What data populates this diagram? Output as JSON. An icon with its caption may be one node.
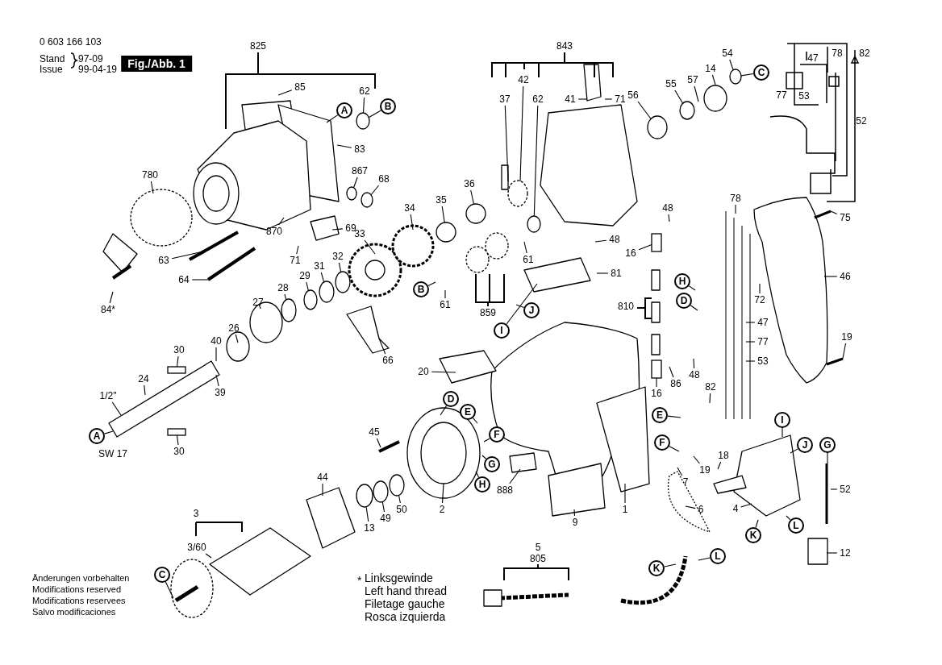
{
  "diagram": {
    "nodes": [
      {
        "text": [
          "85"
        ]
      },
      {
        "text": [
          "62"
        ]
      },
      {
        "text": [
          "A"
        ]
      },
      {
        "text": [
          "B"
        ]
      },
      {
        "text": [
          "83"
        ]
      },
      {
        "text": [
          "867"
        ]
      },
      {
        "text": [
          "68"
        ]
      },
      {
        "text": [
          "780"
        ]
      },
      {
        "text": [
          "870"
        ]
      },
      {
        "text": [
          "69"
        ]
      },
      {
        "text": [
          "71"
        ]
      },
      {
        "text": [
          "63"
        ]
      },
      {
        "text": [
          "64"
        ]
      },
      {
        "text": [
          "84*"
        ]
      },
      {
        "text": [
          "37"
        ]
      },
      {
        "text": [
          "42"
        ]
      },
      {
        "text": [
          "62"
        ]
      },
      {
        "text": [
          "41"
        ]
      },
      {
        "text": [
          "71"
        ]
      },
      {
        "text": [
          "56"
        ]
      },
      {
        "text": [
          "55"
        ]
      },
      {
        "text": [
          "57"
        ]
      },
      {
        "text": [
          "14"
        ]
      },
      {
        "text": [
          "54"
        ]
      },
      {
        "text": [
          "C"
        ]
      },
      {
        "text": [
          "36"
        ]
      },
      {
        "text": [
          "35"
        ]
      },
      {
        "text": [
          "34"
        ]
      },
      {
        "text": [
          "33"
        ]
      },
      {
        "text": [
          "61"
        ]
      },
      {
        "text": [
          "B"
        ]
      },
      {
        "text": [
          "61"
        ]
      },
      {
        "text": [
          "48"
        ]
      },
      {
        "text": [
          "48"
        ]
      },
      {
        "text": [
          "16"
        ]
      },
      {
        "text": [
          "81"
        ]
      },
      {
        "text": [
          "H"
        ]
      },
      {
        "text": [
          "D"
        ]
      },
      {
        "text": [
          "J"
        ]
      },
      {
        "text": [
          "I"
        ]
      },
      {
        "text": [
          "32"
        ]
      },
      {
        "text": [
          "31"
        ]
      },
      {
        "text": [
          "29"
        ]
      },
      {
        "text": [
          "28"
        ]
      },
      {
        "text": [
          "27"
        ]
      },
      {
        "text": [
          "26"
        ]
      },
      {
        "text": [
          "40"
        ]
      },
      {
        "text": [
          "39"
        ]
      },
      {
        "text": [
          "30"
        ]
      },
      {
        "text": [
          "24"
        ]
      },
      {
        "text": [
          "1/2\""
        ]
      },
      {
        "text": [
          "A"
        ]
      },
      {
        "text": [
          "30"
        ]
      },
      {
        "text": [
          "66"
        ]
      },
      {
        "text": [
          "20"
        ]
      },
      {
        "text": [
          "D"
        ]
      },
      {
        "text": [
          "E"
        ]
      },
      {
        "text": [
          "F"
        ]
      },
      {
        "text": [
          "G"
        ]
      },
      {
        "text": [
          "H"
        ]
      },
      {
        "text": [
          "45"
        ]
      },
      {
        "text": [
          "2"
        ]
      },
      {
        "text": [
          "44"
        ]
      },
      {
        "text": [
          "13"
        ]
      },
      {
        "text": [
          "49"
        ]
      },
      {
        "text": [
          "50"
        ]
      },
      {
        "text": [
          "888"
        ]
      },
      {
        "text": [
          "9"
        ]
      },
      {
        "text": [
          "1"
        ]
      },
      {
        "text": [
          "3/60"
        ]
      },
      {
        "text": [
          "C"
        ]
      },
      {
        "text": [
          "75"
        ]
      },
      {
        "text": [
          "46"
        ]
      },
      {
        "text": [
          "72"
        ]
      },
      {
        "text": [
          "47"
        ]
      },
      {
        "text": [
          "77"
        ]
      },
      {
        "text": [
          "53"
        ]
      },
      {
        "text": [
          "19"
        ]
      },
      {
        "text": [
          "86"
        ]
      },
      {
        "text": [
          "48"
        ]
      },
      {
        "text": [
          "16"
        ]
      },
      {
        "text": [
          "82"
        ]
      },
      {
        "text": [
          "E"
        ]
      },
      {
        "text": [
          "F"
        ]
      },
      {
        "text": [
          "I"
        ]
      },
      {
        "text": [
          "J"
        ]
      },
      {
        "text": [
          "G"
        ]
      },
      {
        "text": [
          "18"
        ]
      },
      {
        "text": [
          "19"
        ]
      },
      {
        "text": [
          "7"
        ]
      },
      {
        "text": [
          "52"
        ]
      },
      {
        "text": [
          "4"
        ]
      },
      {
        "text": [
          "6"
        ]
      },
      {
        "text": [
          "K"
        ]
      },
      {
        "text": [
          "L"
        ]
      },
      {
        "text": [
          "12"
        ]
      },
      {
        "text": [
          "K"
        ]
      },
      {
        "text": [
          "L"
        ]
      },
      {
        "text": [
          "78"
        ]
      },
      {
        "text": [],
        "shape": "circle"
      },
      {
        "text": [],
        "shape": "circle"
      },
      {
        "text": [],
        "shape": "circle"
      },
      {
        "text": [],
        "shape": "circle"
      },
      {
        "text": [],
        "shape": "circle"
      },
      {
        "text": [],
        "shape": "circle"
      },
      {
        "text": [],
        "shape": "circle"
      },
      {
        "text": [],
        "shape": "circle"
      },
      {
        "text": [],
        "shape": "circle"
      },
      {
        "text": [],
        "shape": "box"
      },
      {
        "text": [],
        "shape": "circle"
      },
      {
        "text": [],
        "shape": "circle"
      },
      {
        "text": [],
        "shape": "circle"
      },
      {
        "text": [],
        "shape": "circle"
      },
      {
        "text": [],
        "shape": "circle"
      },
      {
        "text": [],
        "shape": "circle"
      },
      {
        "text": [],
        "shape": "circle"
      },
      {
        "text": [],
        "shape": "circle"
      },
      {
        "text": [],
        "shape": "box"
      },
      {
        "text": [],
        "shape": "box"
      },
      {
        "text": [],
        "shape": "box"
      }
    ],
    "edges": [
      {
        "from": 0,
        "to": null,
        "arrow": "none"
      },
      {
        "from": 1,
        "to": 99,
        "arrow": "none"
      },
      {
        "from": 2,
        "to": null,
        "arrow": "none"
      },
      {
        "from": 3,
        "to": 99,
        "arrow": "none"
      },
      {
        "from": 4,
        "to": null,
        "arrow": "none"
      },
      {
        "from": 5,
        "to": 100,
        "arrow": "none"
      },
      {
        "from": 6,
        "to": 101,
        "arrow": "none"
      },
      {
        "from": 7,
        "to": null,
        "arrow": "none"
      },
      {
        "from": 8,
        "to": null,
        "arrow": "none"
      },
      {
        "from": 9,
        "to": null,
        "arrow": "none"
      },
      {
        "from": 10,
        "to": null,
        "arrow": "none"
      },
      {
        "from": 11,
        "to": null,
        "arrow": "none"
      },
      {
        "from": 12,
        "to": null,
        "arrow": "none"
      },
      {
        "from": 13,
        "to": null,
        "arrow": "none"
      },
      {
        "from": 14,
        "to": null,
        "arrow": "none"
      },
      {
        "from": 15,
        "to": null,
        "arrow": "none"
      },
      {
        "from": 16,
        "to": 102,
        "arrow": "none"
      },
      {
        "from": 17,
        "to": null,
        "arrow": "none"
      },
      {
        "from": 18,
        "to": null,
        "arrow": "none"
      },
      {
        "from": 19,
        "to": 103,
        "arrow": "none"
      },
      {
        "from": 20,
        "to": 104,
        "arrow": "none"
      },
      {
        "from": 21,
        "to": null,
        "arrow": "none"
      },
      {
        "from": 22,
        "to": null,
        "arrow": "none"
      },
      {
        "from": 23,
        "to": 105,
        "arrow": "none"
      },
      {
        "from": 24,
        "to": 105,
        "arrow": "none"
      },
      {
        "from": 25,
        "to": 106,
        "arrow": "none"
      },
      {
        "from": 26,
        "to": 107,
        "arrow": "none"
      },
      {
        "from": 27,
        "to": null,
        "arrow": "none"
      },
      {
        "from": 28,
        "to": null,
        "arrow": "none"
      },
      {
        "from": 29,
        "to": null,
        "arrow": "none"
      },
      {
        "from": 30,
        "to": null,
        "arrow": "none"
      },
      {
        "from": 31,
        "to": null,
        "arrow": "none"
      },
      {
        "from": 32,
        "to": null,
        "arrow": "none"
      },
      {
        "from": 33,
        "to": null,
        "arrow": "none"
      },
      {
        "from": 34,
        "to": 108,
        "arrow": "none"
      },
      {
        "from": 35,
        "to": null,
        "arrow": "none"
      },
      {
        "from": 36,
        "to": null,
        "arrow": "none"
      },
      {
        "from": 37,
        "to": null,
        "arrow": "none"
      },
      {
        "from": 38,
        "to": null,
        "arrow": "none"
      },
      {
        "from": 39,
        "to": null,
        "arrow": "none"
      },
      {
        "from": 40,
        "to": 109,
        "arrow": "none"
      },
      {
        "from": 41,
        "to": 110,
        "arrow": "none"
      },
      {
        "from": 42,
        "to": 111,
        "arrow": "none"
      },
      {
        "from": 43,
        "to": 115,
        "arrow": "none"
      },
      {
        "from": 44,
        "to": 116,
        "arrow": "none"
      },
      {
        "from": 45,
        "to": null,
        "arrow": "none"
      },
      {
        "from": 46,
        "to": null,
        "arrow": "none"
      },
      {
        "from": 47,
        "to": null,
        "arrow": "none"
      },
      {
        "from": 48,
        "to": 117,
        "arrow": "none"
      },
      {
        "from": 49,
        "to": null,
        "arrow": "none"
      },
      {
        "from": 50,
        "to": null,
        "arrow": "none"
      },
      {
        "from": 51,
        "to": null,
        "arrow": "none"
      },
      {
        "from": 52,
        "to": 118,
        "arrow": "none"
      },
      {
        "from": 53,
        "to": null,
        "arrow": "none"
      },
      {
        "from": 54,
        "to": null,
        "arrow": "none"
      },
      {
        "from": 55,
        "to": null,
        "arrow": "none"
      },
      {
        "from": 56,
        "to": null,
        "arrow": "none"
      },
      {
        "from": 57,
        "to": null,
        "arrow": "none"
      },
      {
        "from": 58,
        "to": null,
        "arrow": "none"
      },
      {
        "from": 59,
        "to": null,
        "arrow": "none"
      },
      {
        "from": 60,
        "to": null,
        "arrow": "none"
      },
      {
        "from": 61,
        "to": null,
        "arrow": "none"
      },
      {
        "from": 62,
        "to": null,
        "arrow": "none"
      },
      {
        "from": 63,
        "to": 112,
        "arrow": "none"
      },
      {
        "from": 64,
        "to": 113,
        "arrow": "none"
      },
      {
        "from": 65,
        "to": 114,
        "arrow": "none"
      },
      {
        "from": 66,
        "to": null,
        "arrow": "none"
      },
      {
        "from": 67,
        "to": null,
        "arrow": "none"
      },
      {
        "from": 68,
        "to": null,
        "arrow": "none"
      },
      {
        "from": 69,
        "to": null,
        "arrow": "none"
      },
      {
        "from": 70,
        "to": null,
        "arrow": "none"
      },
      {
        "from": 71,
        "to": null,
        "arrow": "none"
      },
      {
        "from": 72,
        "to": null,
        "arrow": "none"
      },
      {
        "from": 73,
        "to": null,
        "arrow": "none"
      },
      {
        "from": 74,
        "to": null,
        "arrow": "none"
      },
      {
        "from": 75,
        "to": null,
        "arrow": "none"
      },
      {
        "from": 76,
        "to": null,
        "arrow": "none"
      },
      {
        "from": 77,
        "to": null,
        "arrow": "none"
      },
      {
        "from": 78,
        "to": null,
        "arrow": "none"
      },
      {
        "from": 79,
        "to": null,
        "arrow": "none"
      },
      {
        "from": 80,
        "to": 119,
        "arrow": "none"
      },
      {
        "from": 81,
        "to": null,
        "arrow": "none"
      },
      {
        "from": 82,
        "to": null,
        "arrow": "none"
      },
      {
        "from": 83,
        "to": null,
        "arrow": "none"
      },
      {
        "from": 84,
        "to": null,
        "arrow": "none"
      },
      {
        "from": 85,
        "to": null,
        "arrow": "none"
      },
      {
        "from": 86,
        "to": null,
        "arrow": "none"
      },
      {
        "from": 87,
        "to": null,
        "arrow": "none"
      },
      {
        "from": 88,
        "to": null,
        "arrow": "none"
      },
      {
        "from": 89,
        "to": null,
        "arrow": "none"
      },
      {
        "from": 90,
        "to": null,
        "arrow": "none"
      },
      {
        "from": 91,
        "to": null,
        "arrow": "none"
      },
      {
        "from": 92,
        "to": null,
        "arrow": "none"
      },
      {
        "from": 93,
        "to": null,
        "arrow": "none"
      },
      {
        "from": 94,
        "to": null,
        "arrow": "none"
      },
      {
        "from": 95,
        "to": null,
        "arrow": "none"
      },
      {
        "from": 96,
        "to": null,
        "arrow": "none"
      },
      {
        "from": 97,
        "to": null,
        "arrow": "none"
      },
      {
        "from": 98,
        "to": null,
        "arrow": "none"
      }
    ],
    "labels": [
      "0 603 166 103",
      "Stand",
      "97-09",
      "Issue",
      "99-04-19",
      "Fig./Abb. 1",
      "825",
      "843",
      "859",
      "810",
      "SW 17",
      "3",
      "5",
      "805",
      "47",
      "78",
      "82",
      "77",
      "53",
      "52",
      "Änderungen vorbehalten",
      "Modifications reserved",
      "Modifications reservees",
      "Salvo modificaciones",
      "*",
      "Linksgewinde",
      "Left hand thread",
      "Filetage gauche",
      "Rosca izquierda"
    ]
  }
}
